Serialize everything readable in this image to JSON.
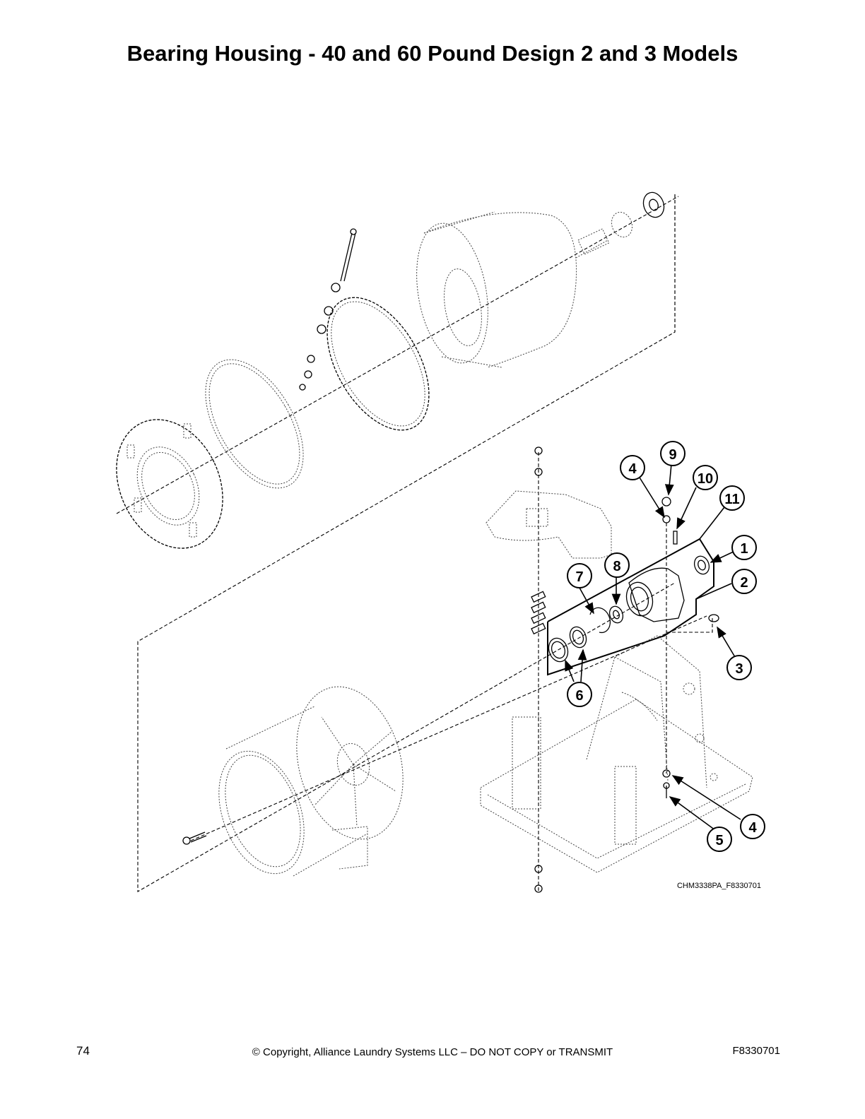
{
  "title": "Bearing Housing - 40 and 60 Pound Design 2 and 3 Models",
  "figure_code": "CHM3338PA_F8330701",
  "callouts": [
    "9",
    "4",
    "10",
    "11",
    "1",
    "2",
    "7",
    "8",
    "3",
    "6",
    "4",
    "5"
  ],
  "footer": {
    "page_number": "74",
    "copyright": "© Copyright, Alliance Laundry Systems LLC – DO NOT COPY or TRANSMIT",
    "doc_code": "F8330701"
  }
}
